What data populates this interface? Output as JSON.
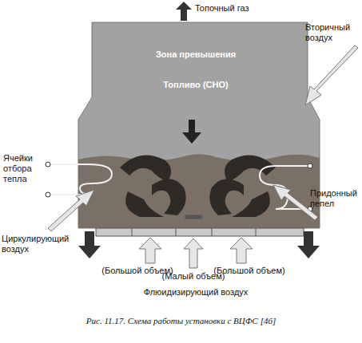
{
  "diagram": {
    "caption": "Рис. 11.17. Схема работы установки с ВЦФС [46]",
    "labels": [
      "Топочный газ",
      "Вторичный воздух",
      "Зона превышения",
      "Топливо (СНО)",
      "Ячейки отбора тепла",
      "Циркулирующий воздух",
      "Придонный пепел",
      "(Большой объем)",
      "(Малый объем)",
      "(Большой объем)",
      "Флюидизирующий воздух"
    ]
  }
}
